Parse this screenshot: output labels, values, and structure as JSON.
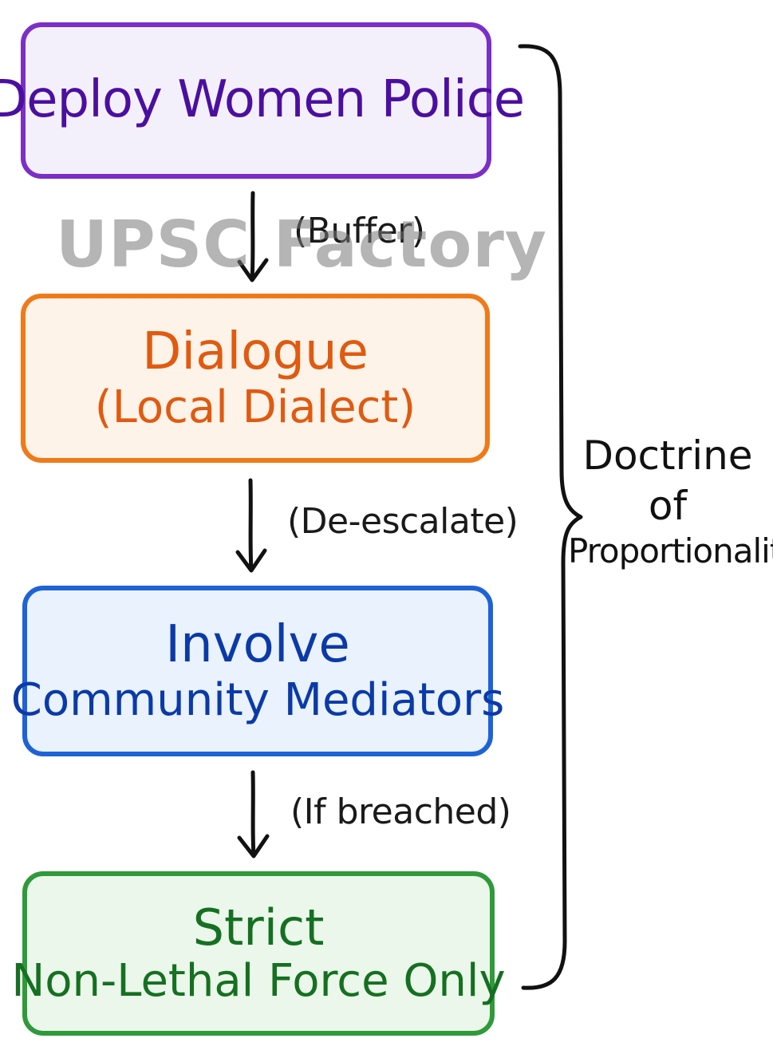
{
  "watermark": "UPSC Factory",
  "steps": [
    {
      "lines": [
        "Deploy Women Police"
      ],
      "color": "#7b2fc7"
    },
    {
      "lines": [
        "Dialogue",
        "(Local Dialect)"
      ],
      "color": "#f07a18"
    },
    {
      "lines": [
        "Involve",
        "Community Mediators"
      ],
      "color": "#1e63d6"
    },
    {
      "lines": [
        "Strict",
        "Non-Lethal Force Only"
      ],
      "color": "#2f9a3a"
    }
  ],
  "transitions": [
    "(Buffer)",
    "(De-escalate)",
    "(If breached)"
  ],
  "bracket_label": [
    "Doctrine",
    "of",
    "Proportionality"
  ]
}
